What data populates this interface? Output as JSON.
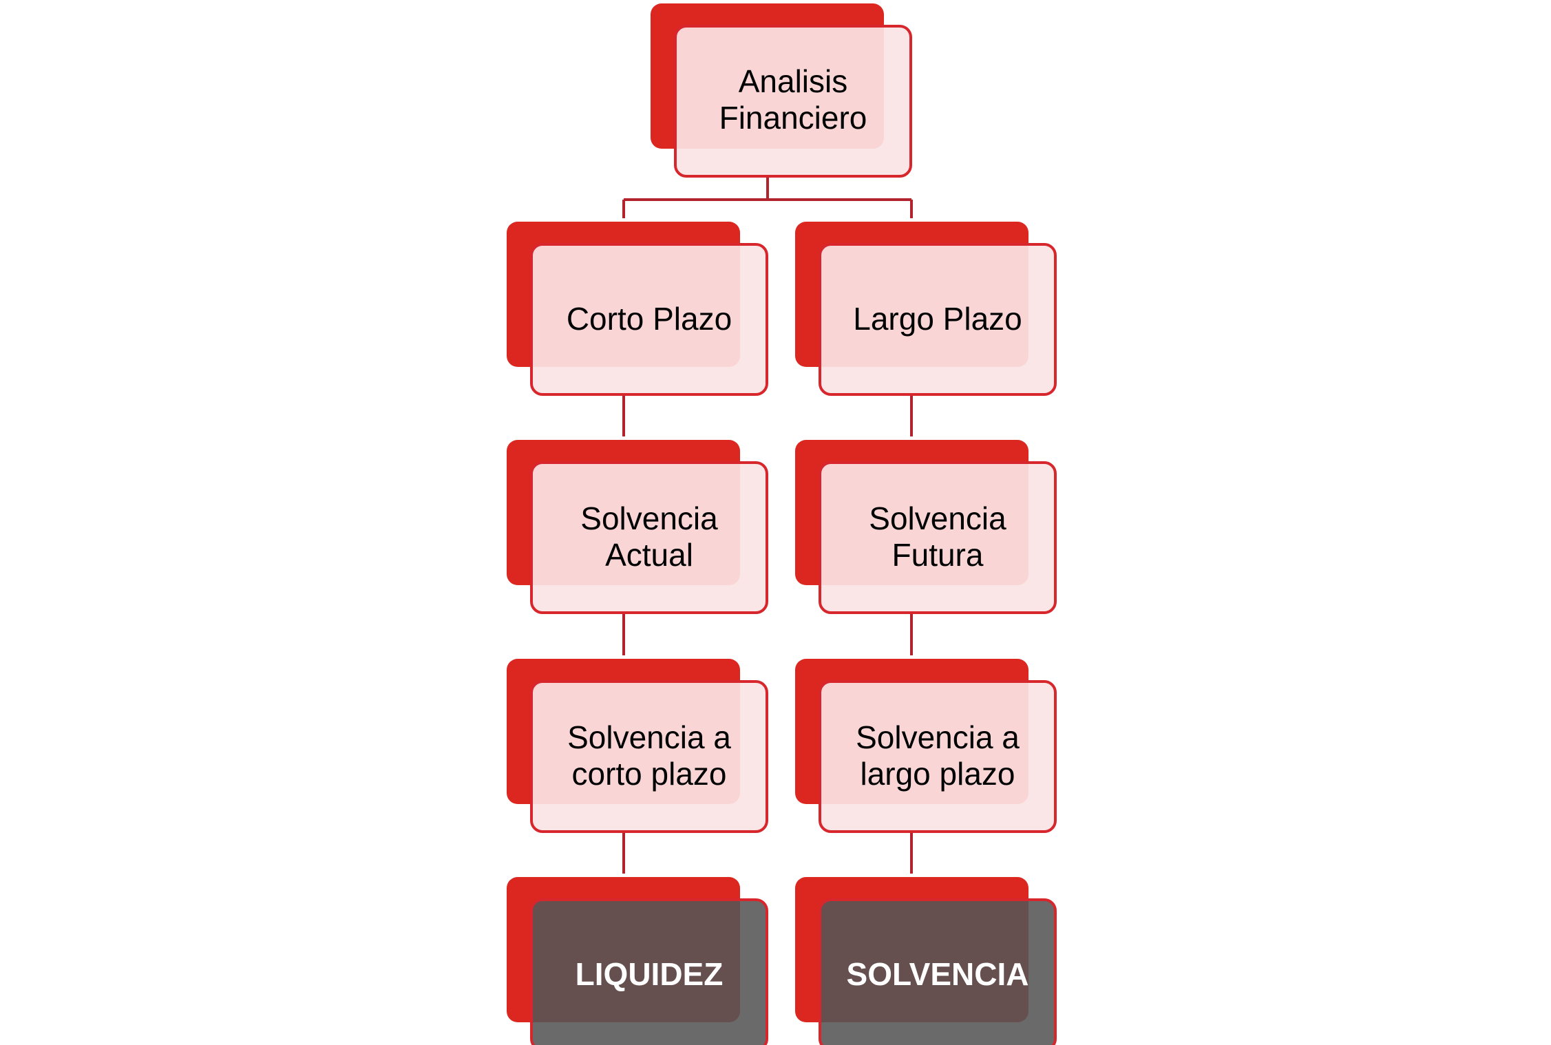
{
  "colors": {
    "back_card": "#dc2720",
    "light_card_fill": "#fbe4e5",
    "dark_card_fill": "#555555",
    "card_border": "#d8262d",
    "connector": "#b3232d",
    "dark_text": "#ffffff",
    "light_text": "#000000"
  },
  "nodes": {
    "root": {
      "lines": [
        "Analisis",
        "Financiero"
      ]
    },
    "corto_plazo": {
      "lines": [
        "Corto Plazo"
      ]
    },
    "largo_plazo": {
      "lines": [
        "Largo Plazo"
      ]
    },
    "solvencia_actual": {
      "lines": [
        "Solvencia",
        "Actual"
      ]
    },
    "solvencia_futura": {
      "lines": [
        "Solvencia",
        "Futura"
      ]
    },
    "solvencia_corto": {
      "lines": [
        "Solvencia a",
        "corto plazo"
      ]
    },
    "solvencia_largo": {
      "lines": [
        "Solvencia a",
        "largo plazo"
      ]
    },
    "liquidez": {
      "lines": [
        "LIQUIDEZ"
      ]
    },
    "solvencia": {
      "lines": [
        "SOLVENCIA"
      ]
    }
  }
}
